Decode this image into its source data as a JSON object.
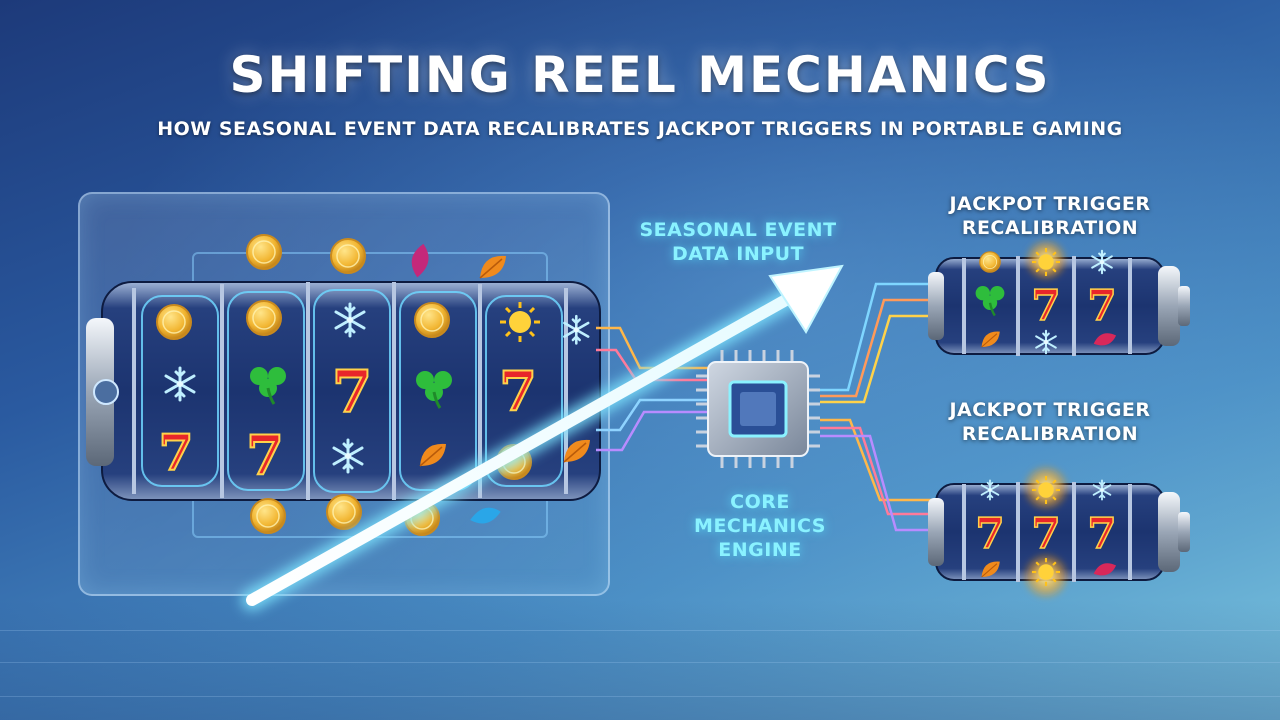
{
  "title": "SHIFTING REEL MECHANICS",
  "subtitle": "HOW SEASONAL EVENT DATA RECALIBRATES JACKPOT TRIGGERS IN PORTABLE GAMING",
  "labels": {
    "input": "SEASONAL EVENT DATA INPUT",
    "engine": "CORE MECHANICS ENGINE",
    "output_top": "JACKPOT TRIGGER RECALIBRATION",
    "output_bottom": "JACKPOT TRIGGER RECALIBRATION"
  },
  "reel_symbol": "7",
  "colors": {
    "accent_cyan": "#8af2ff",
    "seven_red": "#e8262a",
    "clover_green": "#2ebd3c",
    "coin_gold": "#f2b632",
    "reel_navy": "#142a5e"
  },
  "icons": [
    "coin-icon",
    "leaf-icon",
    "snowflake-icon",
    "sun-icon",
    "clover-icon",
    "seven-icon",
    "chip-icon",
    "arrow-icon"
  ]
}
